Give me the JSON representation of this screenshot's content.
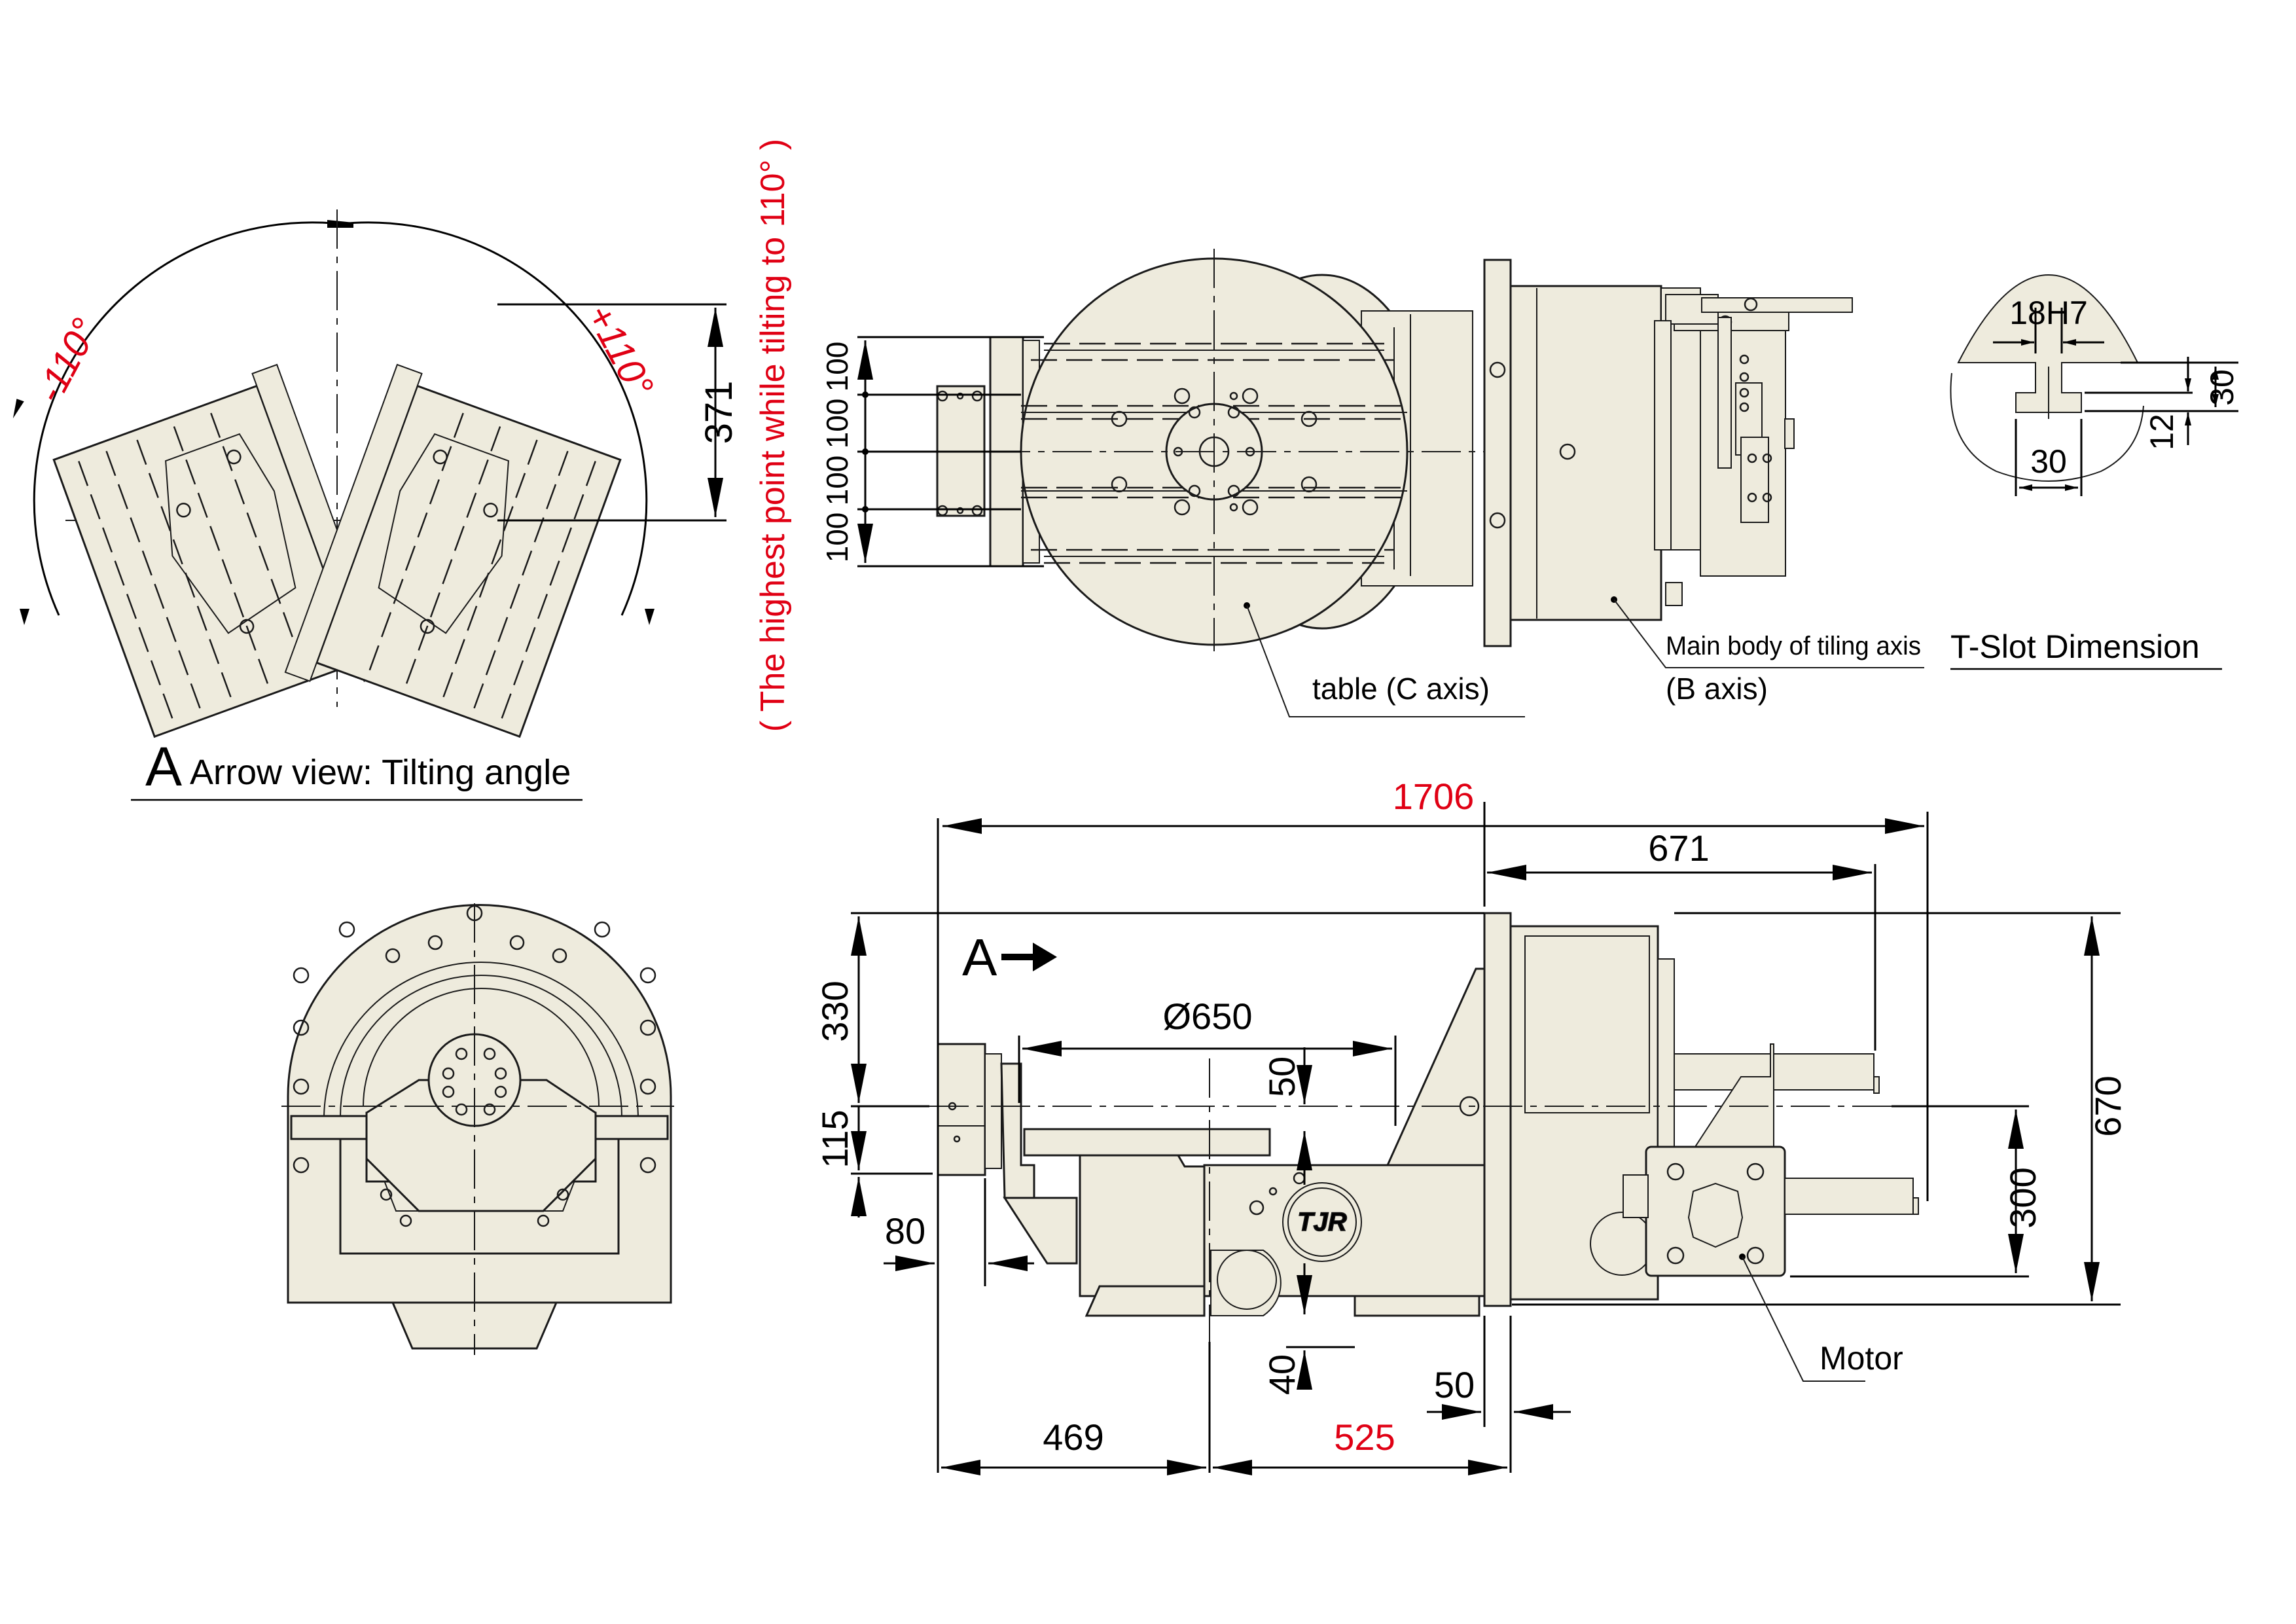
{
  "drawing": {
    "colors": {
      "part_fill": "#EEEBDD",
      "line": "#1a1a1a",
      "highlight_red": "#E00014"
    },
    "arrow_view": {
      "title_letter": "A",
      "title_text": "Arrow view: Tilting angle",
      "angle_negative": "-110°",
      "angle_positive": "+110°",
      "height_dim": "371",
      "note": "( The highest point while tilting to 110° )"
    },
    "top_view": {
      "pitch_dims": [
        "100",
        "100",
        "100",
        "100"
      ],
      "table_label": "table (C axis)",
      "body_label_line1": "Main body of tiling axis",
      "body_label_line2": "(B axis)"
    },
    "t_slot": {
      "title": "T-Slot Dimension",
      "width_dim": "18H7",
      "depth_dim": "30",
      "neck_dim": "12",
      "head_width_dim": "30"
    },
    "side_view": {
      "view_marker": "A",
      "overall_length": "1706",
      "motor_extent": "671",
      "table_diameter": "Ø650",
      "table_height_above_axis": "50",
      "height_above_axis": "330",
      "axis_height": "115",
      "left_offset": "80",
      "base_step": "40",
      "flange_thickness": "50",
      "left_to_center": "469",
      "center_to_flange": "525",
      "motor_height": "300",
      "overall_height": "670",
      "motor_label": "Motor",
      "logo_text": "TJR"
    }
  }
}
